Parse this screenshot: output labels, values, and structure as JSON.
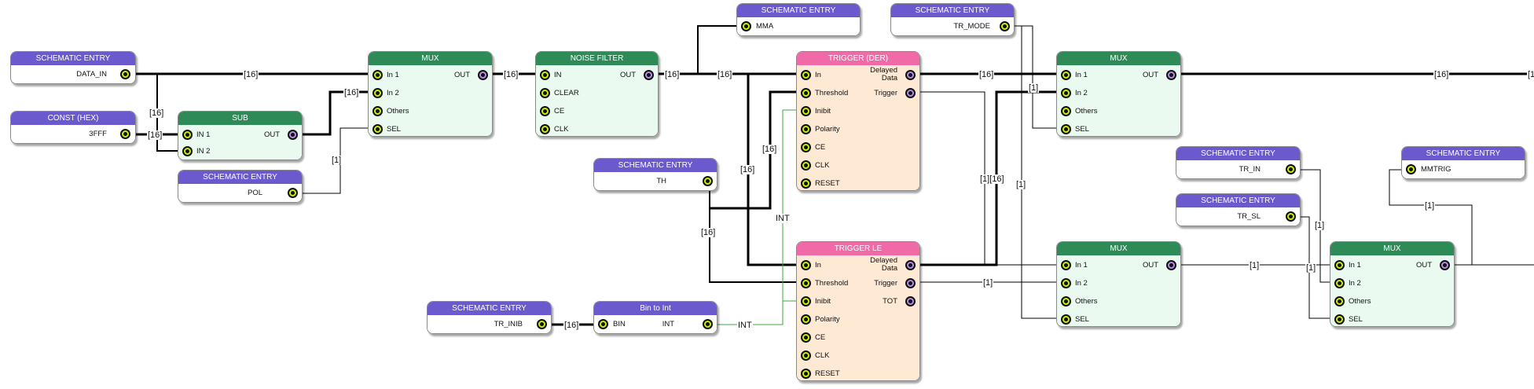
{
  "blocks": {
    "entry_data_in": {
      "title": "SCHEMATIC ENTRY",
      "value": "DATA_IN"
    },
    "const_hex": {
      "title": "CONST (HEX)",
      "value": "3FFF"
    },
    "sub": {
      "title": "SUB",
      "in1": "IN 1",
      "in2": "IN 2",
      "out": "OUT"
    },
    "entry_pol": {
      "title": "SCHEMATIC ENTRY",
      "value": "POL"
    },
    "mux1": {
      "title": "MUX",
      "in1": "In 1",
      "in2": "In 2",
      "others": "Others",
      "sel": "SEL",
      "out": "OUT"
    },
    "noise_filter": {
      "title": "NOISE FILTER",
      "in": "IN",
      "clear": "CLEAR",
      "ce": "CE",
      "clk": "CLK",
      "out": "OUT"
    },
    "entry_mma": {
      "title": "SCHEMATIC ENTRY",
      "value": "MMA"
    },
    "trigger_der": {
      "title": "TRIGGER (DER)",
      "in": "In",
      "threshold": "Threshold",
      "inibit": "Inibit",
      "polarity": "Polarity",
      "ce": "CE",
      "clk": "CLK",
      "reset": "RESET",
      "delayed_line1": "Delayed",
      "delayed_line2": "Data",
      "trigger": "Trigger"
    },
    "entry_th": {
      "title": "SCHEMATIC ENTRY",
      "value": "TH"
    },
    "entry_tr_mode": {
      "title": "SCHEMATIC ENTRY",
      "value": "TR_MODE"
    },
    "trigger_le": {
      "title": "TRIGGER LE",
      "in": "In",
      "threshold": "Threshold",
      "inibit": "Inibit",
      "polarity": "Polarity",
      "ce": "CE",
      "clk": "CLK",
      "reset": "RESET",
      "delayed_line1": "Delayed",
      "delayed_line2": "Data",
      "trigger": "Trigger",
      "tot": "TOT"
    },
    "entry_tr_inib": {
      "title": "SCHEMATIC ENTRY",
      "value": "TR_INIB"
    },
    "bin_to_int": {
      "title": "Bin to Int",
      "bin": "BIN",
      "int": "INT"
    },
    "mux2": {
      "title": "MUX",
      "in1": "In 1",
      "in2": "In 2",
      "others": "Others",
      "sel": "SEL",
      "out": "OUT"
    },
    "mux3": {
      "title": "MUX",
      "in1": "In 1",
      "in2": "In 2",
      "others": "Others",
      "sel": "SEL",
      "out": "OUT"
    },
    "entry_tr_in": {
      "title": "SCHEMATIC ENTRY",
      "value": "TR_IN"
    },
    "entry_tr_sl": {
      "title": "SCHEMATIC ENTRY",
      "value": "TR_SL"
    },
    "mux4": {
      "title": "MUX",
      "in1": "In 1",
      "in2": "In 2",
      "others": "Others",
      "sel": "SEL",
      "out": "OUT"
    },
    "entry_mmtrig": {
      "title": "SCHEMATIC ENTRY",
      "value": "MMTRIG"
    }
  },
  "wire_labels": {
    "w16": "[16]",
    "w1": "[1]",
    "int": "INT",
    "w1_16": "[1][16]"
  },
  "colors": {
    "entry_header": "#6a5acd",
    "mux_header": "#2e8b57",
    "mux_body": "#eafaf0",
    "trigger_header": "#f06aa8",
    "trigger_body": "#fde9d4",
    "pin_input": "#c8f000",
    "pin_output": "#b48ce8",
    "int_wire": "#3aaa3a"
  }
}
